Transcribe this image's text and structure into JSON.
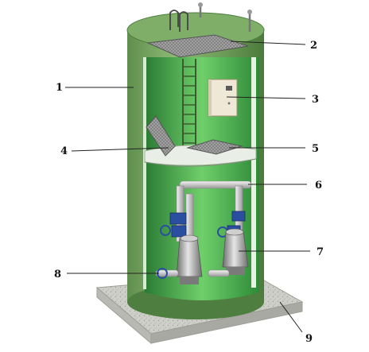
{
  "diagram": {
    "callouts": [
      {
        "number": "1",
        "part": "outer-shell"
      },
      {
        "number": "2",
        "part": "top-access-hatch"
      },
      {
        "number": "3",
        "part": "control-cabinet"
      },
      {
        "number": "4",
        "part": "platform-hatch-open"
      },
      {
        "number": "5",
        "part": "platform-hatch"
      },
      {
        "number": "6",
        "part": "discharge-pipe"
      },
      {
        "number": "7",
        "part": "submersible-pump"
      },
      {
        "number": "8",
        "part": "inlet-valve"
      },
      {
        "number": "9",
        "part": "concrete-base"
      }
    ],
    "colors": {
      "shell": "#6fa05c",
      "shell_dark": "#4e7f40",
      "interior": "#2f8f3a",
      "interior_light": "#5fbf5f",
      "concrete": "#c9c9c4",
      "pipe": "#d8d8d8",
      "pump_blue": "#2b4fa0",
      "grate": "#8c8c8c"
    }
  }
}
